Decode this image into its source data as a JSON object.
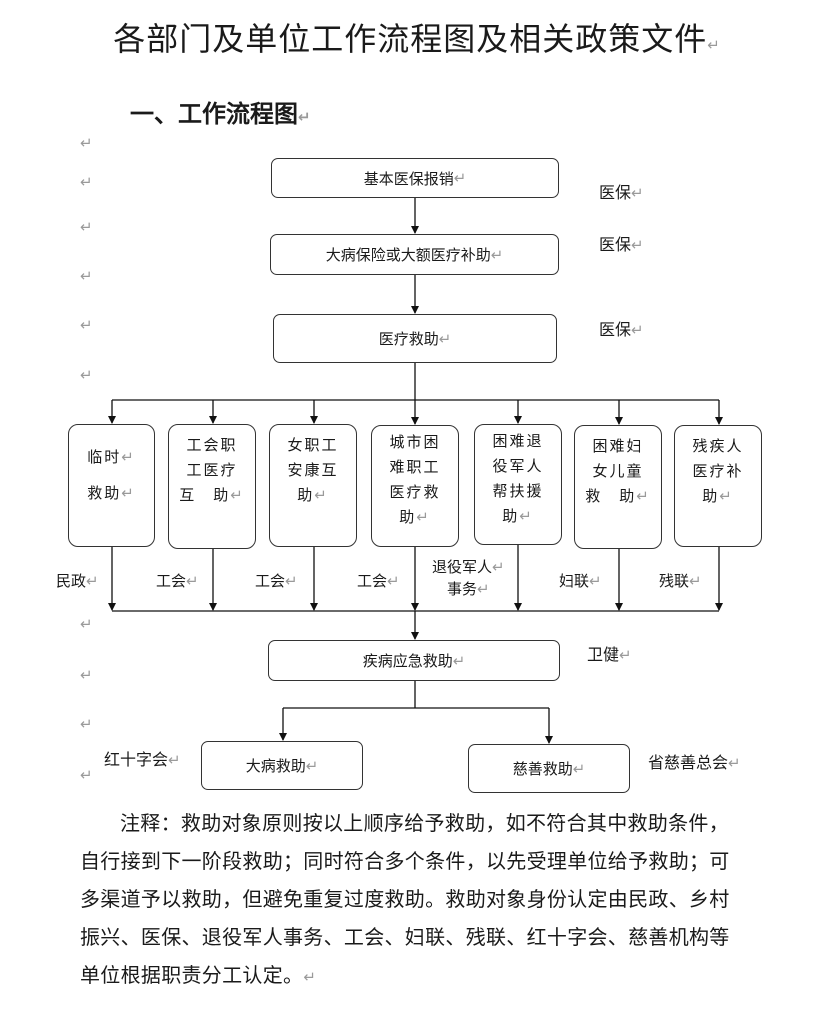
{
  "title": "各部门及单位工作流程图及相关政策文件",
  "section_heading": "一、工作流程图",
  "return_mark": "↵",
  "flow": {
    "step1": {
      "label": "基本医保报销",
      "agency": "医保"
    },
    "step2": {
      "label": "大病保险或大额医疗补助",
      "agency": "医保"
    },
    "step3": {
      "label": "医疗救助",
      "agency": "医保"
    },
    "branches": [
      {
        "label": "临时救助",
        "lines": [
          "临时",
          "救助"
        ],
        "agency": "民政"
      },
      {
        "label": "工会职工医疗互助",
        "lines": [
          "工会职",
          "工医疗",
          "互　助"
        ],
        "agency": "工会"
      },
      {
        "label": "女职工安康互助",
        "lines": [
          "女职工",
          "安康互",
          "助"
        ],
        "agency": "工会"
      },
      {
        "label": "城市困难职工医疗救助",
        "lines": [
          "城市困",
          "难职工",
          "医疗救",
          "助"
        ],
        "agency": "工会"
      },
      {
        "label": "困难退役军人帮扶援助",
        "lines": [
          "困难退",
          "役军人",
          "帮扶援",
          "助"
        ],
        "agency_lines": [
          "退役军人",
          "事务"
        ]
      },
      {
        "label": "困难妇女儿童救助",
        "lines": [
          "困难妇",
          "女儿童",
          "救　助"
        ],
        "agency": "妇联"
      },
      {
        "label": "残疾人医疗补助",
        "lines": [
          "残疾人",
          "医疗补",
          "助"
        ],
        "agency": "残联"
      }
    ],
    "step4": {
      "label": "疾病应急救助",
      "agency": "卫健"
    },
    "final": [
      {
        "label": "大病救助",
        "agency": "红十字会"
      },
      {
        "label": "慈善救助",
        "agency": "省慈善总会"
      }
    ]
  },
  "note": "注释：救助对象原则按以上顺序给予救助，如不符合其中救助条件，自行接到下一阶段救助；同时符合多个条件，以先受理单位给予救助；可多渠道予以救助，但避免重复过度救助。救助对象身份认定由民政、乡村振兴、医保、退役军人事务、工会、妇联、残联、红十字会、慈善机构等单位根据职责分工认定。"
}
